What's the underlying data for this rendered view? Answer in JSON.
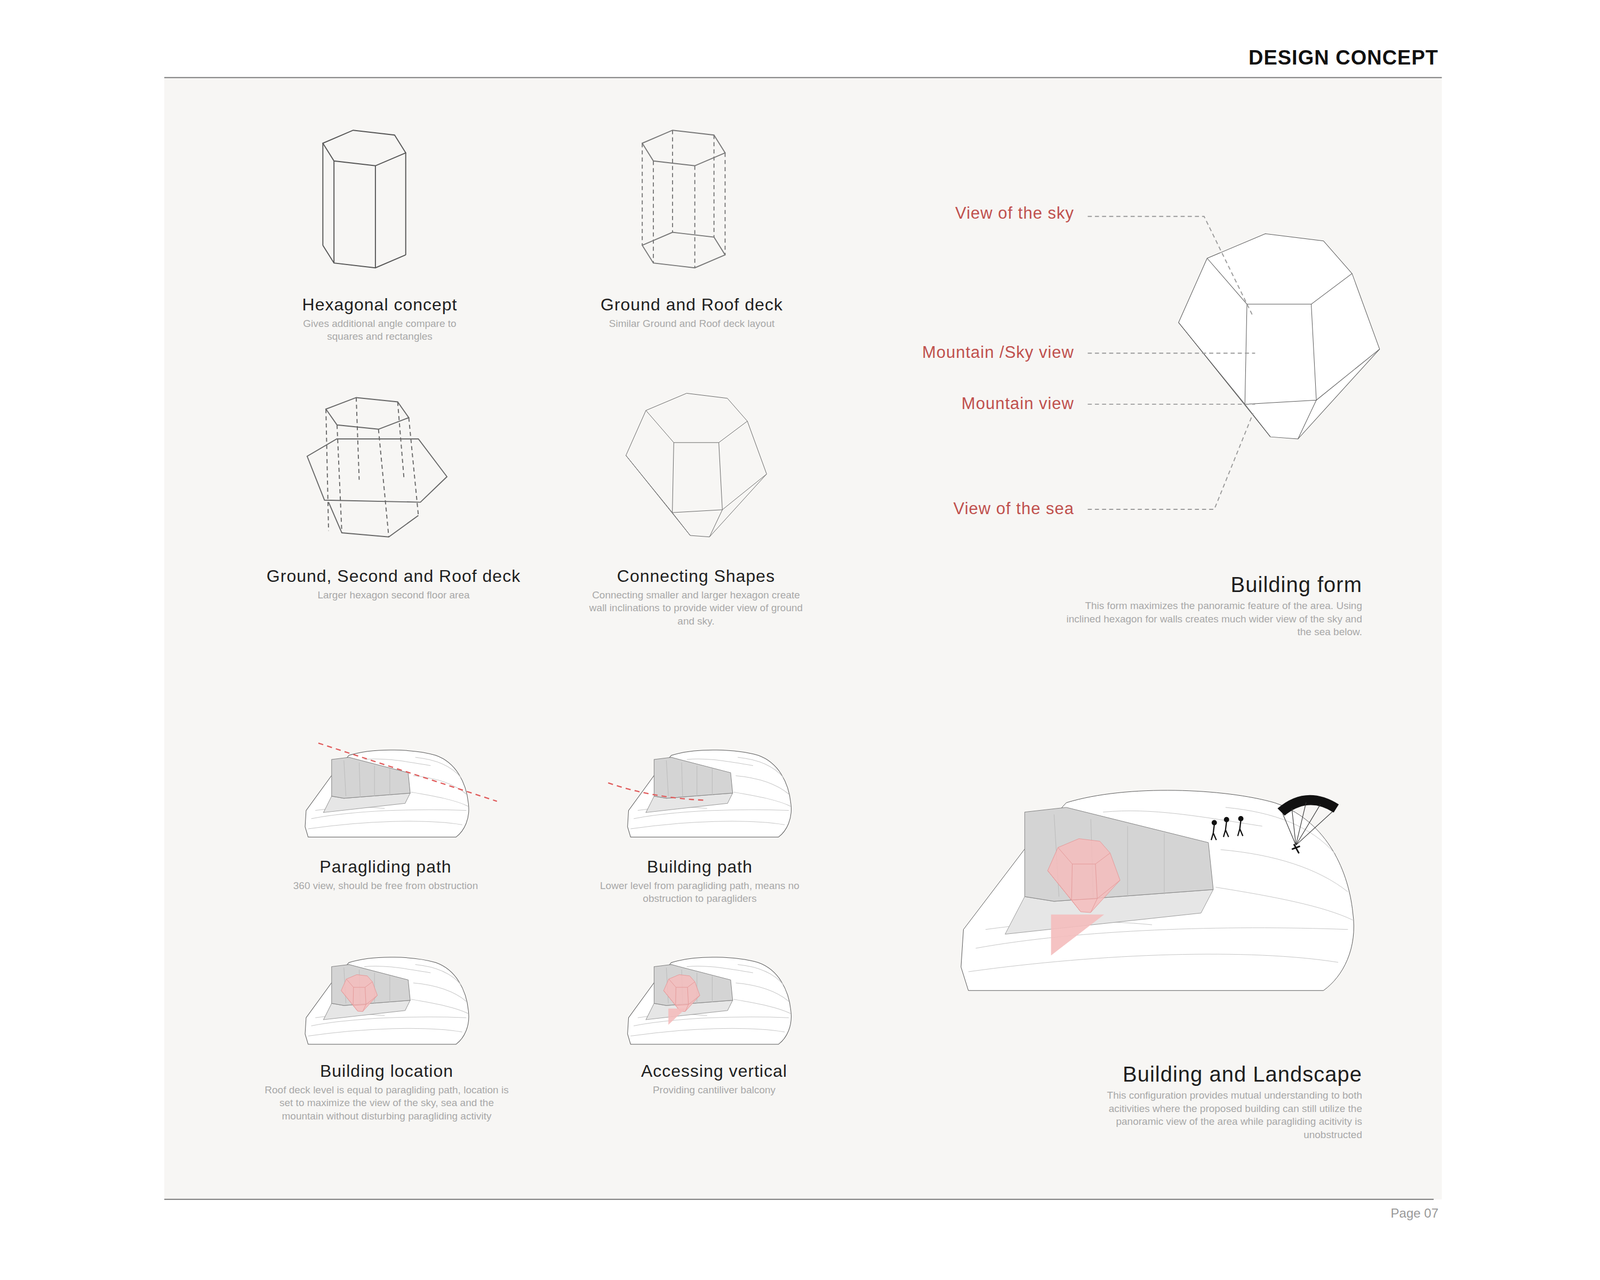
{
  "diagram": {
    "title": "DESIGN CONCEPT",
    "nodes": [
      {
        "text": [
          "Hexagonal concept",
          "Gives additional angle compare to squares and rectangles"
        ]
      },
      {
        "text": [
          "Ground and Roof deck",
          "Similar Ground and Roof deck layout"
        ]
      },
      {
        "text": [
          "Ground, Second and Roof deck",
          "Larger hexagon second floor area"
        ]
      },
      {
        "text": [
          "Connecting Shapes",
          "Connecting smaller and larger hexagon create wall inclinations to provide wider view of ground and sky."
        ]
      },
      {
        "text": [
          "Building form",
          "This form maximizes the panoramic feature of the area. Using inclined hexagon for walls creates much wider view of the sky and the sea below."
        ]
      },
      {
        "text": [
          "Paragliding path",
          "360 view, should be free from obstruction"
        ]
      },
      {
        "text": [
          "Building path",
          "Lower level from paragliding path, means no obstruction to paragliders"
        ]
      },
      {
        "text": [
          "Building location",
          "Roof deck level is equal to paragliding path, location is set to maximize the view of the sky, sea and the mountain without disturbing paragliding activity"
        ]
      },
      {
        "text": [
          "Accessing vertical",
          "Providing cantiliver balcony"
        ]
      },
      {
        "text": [
          "Building and Landscape",
          "This configuration provides mutual understanding to both acitivities where the proposed building can still utilize the panoramic view of the area while paragliding acitivity is unobstructed"
        ]
      }
    ],
    "labels": [
      "View of the sky",
      "Mountain /Sky view",
      "Mountain view",
      "View of the sea",
      "Page 07"
    ]
  }
}
